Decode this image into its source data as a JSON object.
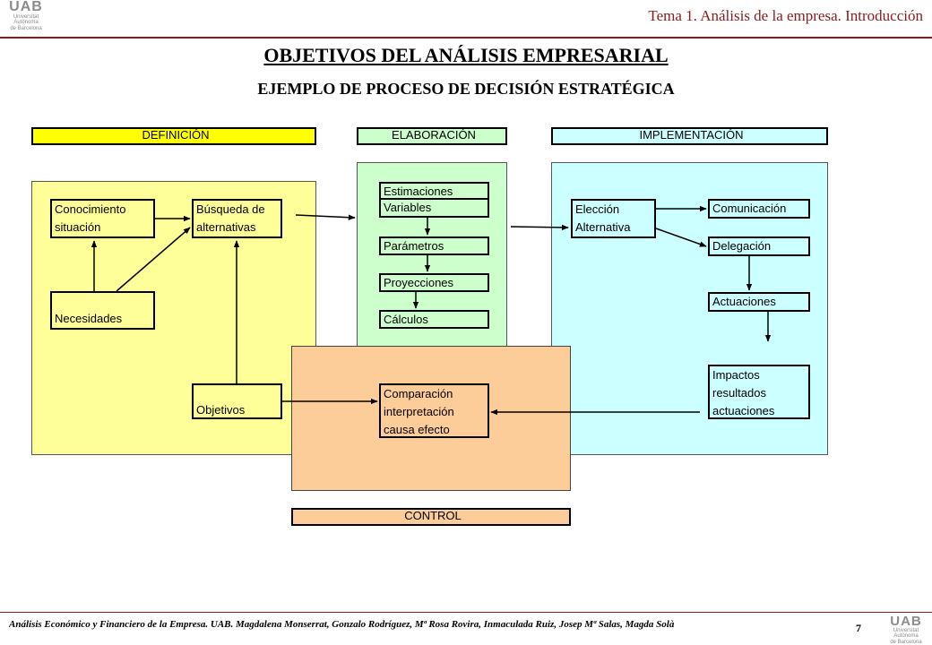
{
  "header": {
    "logo_letters": "UAB",
    "logo_line1": "Universitat Autònoma",
    "logo_line2": "de Barcelona",
    "topic": "Tema 1. Análisis de la empresa. Introducción"
  },
  "title": "OBJETIVOS DEL ANÁLISIS EMPRESARIAL",
  "subtitle": "EJEMPLO DE PROCESO DE DECISIÓN ESTRATÉGICA",
  "phases": {
    "definicion": "DEFINICIÓN",
    "elaboracion": "ELABORACIÓN",
    "implementacion": "IMPLEMENTACIÓN",
    "control": "CONTROL"
  },
  "definicion_boxes": {
    "conocimiento": [
      "Conocimiento",
      "situación"
    ],
    "busqueda": [
      "Búsqueda de",
      "alternativas"
    ],
    "necesidades": "Necesidades",
    "objetivos": "Objetivos"
  },
  "elaboracion_boxes": {
    "estimaciones": "Estimaciones",
    "variables": "Variables",
    "parametros": "Parámetros",
    "proyecciones": "Proyecciones",
    "calculos": "Cálculos"
  },
  "implementacion_boxes": {
    "eleccion": [
      "Elección",
      "Alternativa"
    ],
    "comunicacion": "Comunicación",
    "delegacion": "Delegación",
    "actuaciones": "Actuaciones",
    "impactos": [
      "Impactos",
      "resultados",
      "actuaciones"
    ]
  },
  "control_boxes": {
    "comparacion": [
      "Comparación",
      "interpretación",
      "causa efecto"
    ]
  },
  "colors": {
    "definicion": "#ffff99",
    "definicion_header": "#ffff00",
    "elaboracion": "#ccffcc",
    "implementacion": "#ccffff",
    "control": "#fccc99",
    "header_rule": "#8b1a1a"
  },
  "footer": {
    "credits": "Análisis Económico y Financiero de la Empresa. UAB. Magdalena Monserrat, Gonzalo Rodríguez, Mª Rosa Rovira, Inmaculada Ruiz, Josep Mª Salas, Magda Solà",
    "page_number": "7",
    "logo_letters": "UAB",
    "logo_line1": "Universitat Autònoma",
    "logo_line2": "de Barcelona"
  }
}
